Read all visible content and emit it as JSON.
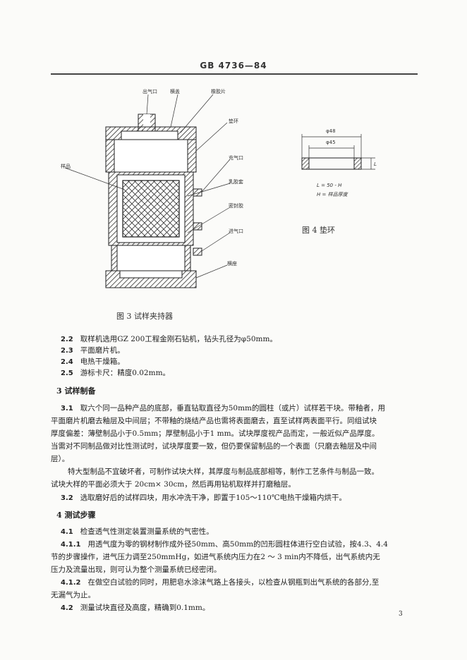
{
  "header": {
    "title": "GB 4736—84"
  },
  "fig3": {
    "labels": {
      "outlet": "出气口",
      "cap": "横盖",
      "rubber_sheet": "橡胶片",
      "gasket": "垫环",
      "sample": "样品",
      "inflate_port": "充气口",
      "rubber_sleeve": "乳胶套",
      "sealant": "密封胶",
      "inlet": "进气口",
      "base": "横座"
    },
    "caption": "图 3   试样夹持器"
  },
  "fig4": {
    "dim_outer": "φ48",
    "dim_inner": "φ45",
    "dim_height": "L",
    "formula": "L = 50 - H",
    "formula_note": "H = 样品厚度",
    "caption": "图 4   垫环"
  },
  "body": {
    "s2_2_num": "2.2",
    "s2_2": "取样机选用GZ  200工程金刚石钻机，钻头孔径为φ50mm。",
    "s2_3_num": "2.3",
    "s2_3": "平面磨片机。",
    "s2_4_num": "2.4",
    "s2_4": "电热干燥箱。",
    "s2_5_num": "2.5",
    "s2_5": "游标卡尺：精度0.02mm。",
    "sec3": "3   试样制备",
    "s3_1_num": "3.1",
    "s3_1_l1": "取六个同一品种产品的底部，垂直钻取直径为50mm的圆柱（或片）试样若干块。带釉者，用",
    "s3_1_l2": "平面磨片机磨去釉层及中间层；不带釉的烧结产品也需将表面磨去，直至试样两表面平行。同组试块",
    "s3_1_l3": "厚度偏差：薄壁制品小于0.5mm；厚壁制品小于1 mm。试块厚度视产品而定，一般近似产品厚度。",
    "s3_1_l4": "当需对不同制品做对比性测试时，试块厚度要一致，但仍要保留制品的一个表面（只磨去釉层及中间",
    "s3_1_l5": "层）。",
    "s3_1_p2_l1": "特大型制品不宜破坏者，可制作试块大样，其厚度与制品底部相等，制作工艺条件与制品一致。",
    "s3_1_p2_l2": "试块大样的平面必须大于 20cm× 30cm，然后再用钻机取样并打磨釉层。",
    "s3_2_num": "3.2",
    "s3_2": "选取磨好后的试样四块，用水冲洗干净，即置于105～110℃电热干燥箱内烘干。",
    "sec4": "4   测试步骤",
    "s4_1_num": "4.1",
    "s4_1": "检查透气性测定装置测量系统的气密性。",
    "s4_1_1_num": "4.1.1",
    "s4_1_1_l1": "用透气度为零的钢材制作成外径50mm、高50mm的凹形圆柱体进行空白试验，按4.3、4.4",
    "s4_1_1_l2": "节的步骤操作，进气压力调至250mmHg，如进气系统内压力在2 ～ 3 min内不降低，出气系统内无",
    "s4_1_1_l3": "压力及流量出现，则可认为整个测量系统已经密闭。",
    "s4_1_2_num": "4.1.2",
    "s4_1_2_l1": "在做空白试验的同时，用肥皂水涂沫气路上各接头，以检查从钢瓶到出气系统的各部分,至",
    "s4_1_2_l2": "无漏气为止。",
    "s4_2_num": "4.2",
    "s4_2": "测量试块直径及高度，精确到0.1mm。"
  },
  "page_number": "3"
}
